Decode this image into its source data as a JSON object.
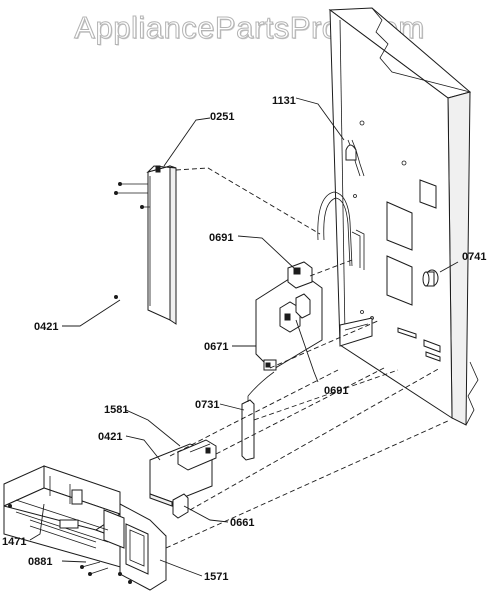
{
  "watermark": "AppliancePartsPros.com",
  "callouts": {
    "c1131": "1131",
    "c0251": "0251",
    "c0691a": "0691",
    "c0741": "0741",
    "c0421a": "0421",
    "c0671": "0671",
    "c0691b": "0691",
    "c0731": "0731",
    "c1581": "1581",
    "c0421b": "0421",
    "c0661": "0661",
    "c1471": "1471",
    "c0881": "0881",
    "c1571": "1571"
  }
}
